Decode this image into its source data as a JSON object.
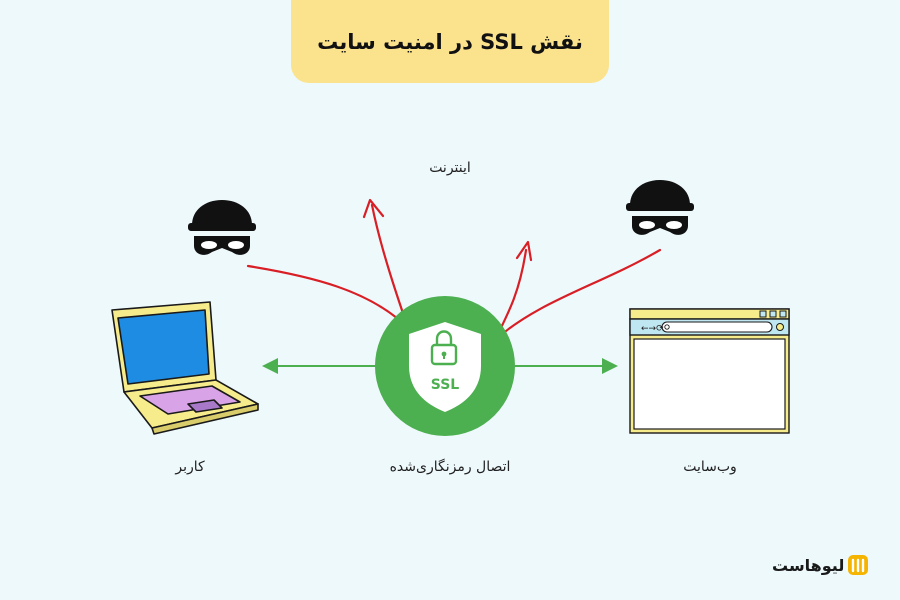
{
  "title": "نقش SSL در امنیت سایت",
  "labels": {
    "internet": "اینترنت",
    "user": "کاربر",
    "secure_connection": "اتصال رمزنگاری‌شده",
    "website": "وب‌سایت"
  },
  "badge_text": "SSL",
  "brand": "لیوهاست",
  "icons": [
    "laptop-icon",
    "hacker-icon",
    "shield-lock-icon",
    "browser-window-icon",
    "brand-logo-icon"
  ],
  "colors": {
    "background": "#eef9fc",
    "title_bg": "#fbe38d",
    "green": "#4caf50",
    "red": "#d81f26",
    "laptop_body": "#f7ec8c",
    "laptop_screen": "#1e8ce3"
  }
}
